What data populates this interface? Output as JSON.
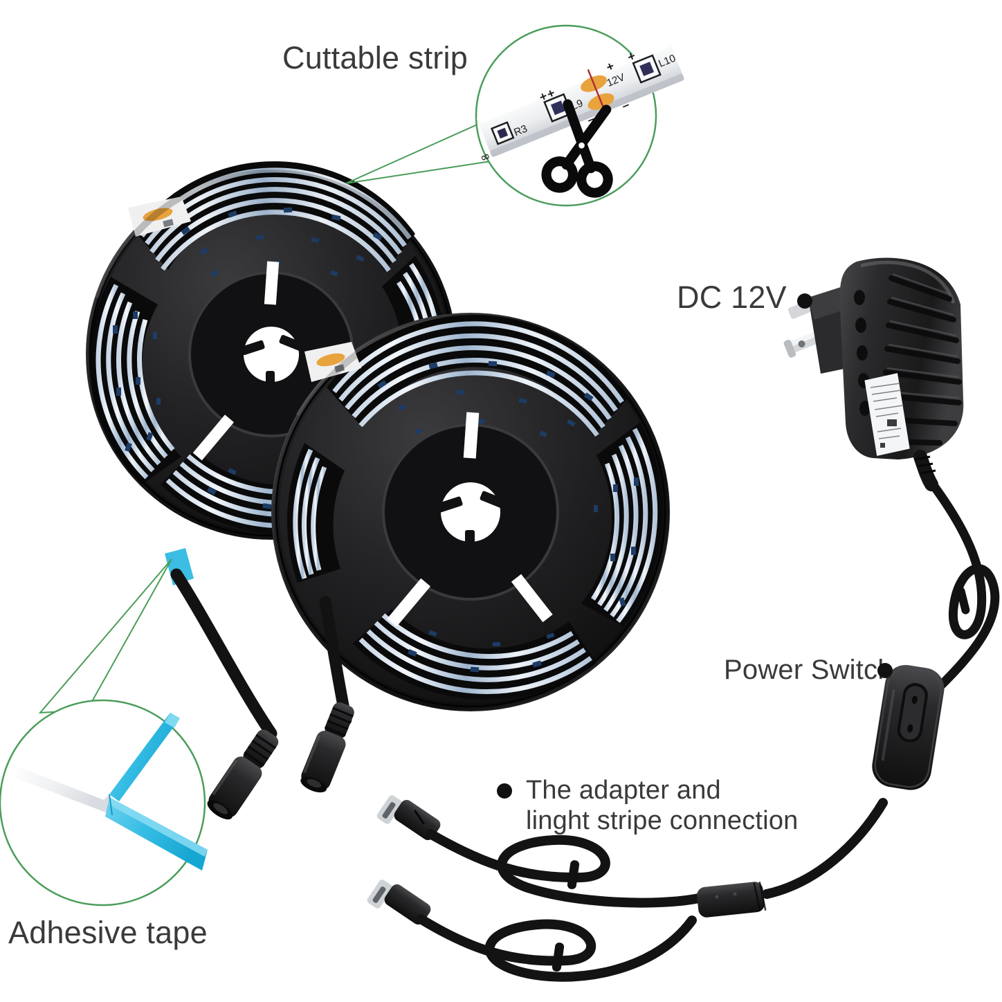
{
  "image": {
    "kind": "product-infographic",
    "subject": "12V LED light strip kit with two reels, power adapter and inline switch",
    "background_color": "#ffffff",
    "text_color": "#3a3a3a",
    "callout_color": "#4a9d5a",
    "accent_tape_color": "#3bbde4",
    "strip_pcb_color": "#f2f4f6",
    "strip_pad_color": "#e8a33d",
    "reel_color": "#1c1c1c"
  },
  "labels": {
    "cuttable_strip": "Cuttable strip",
    "dc_12v": "DC 12V",
    "power_switch": "Power Switch",
    "adapter_connection_line1": "The adapter and",
    "adapter_connection_line2": "linght stripe connection",
    "adhesive_tape": "Adhesive tape"
  },
  "strip_detail": {
    "markings": [
      "8",
      "R3",
      "L9",
      "12V",
      "L10"
    ],
    "polarity_plus": "+",
    "polarity_minus": "–",
    "cut_icon": "scissors-icon"
  },
  "components": [
    {
      "name": "led-reel-left",
      "type": "spool",
      "label": null
    },
    {
      "name": "led-reel-right",
      "type": "spool",
      "label": null
    },
    {
      "name": "power-adapter",
      "type": "wall-plug-adapter",
      "label": "DC 12V"
    },
    {
      "name": "inline-rocker-switch",
      "type": "switch",
      "label": "Power Switch"
    },
    {
      "name": "y-splitter-cable",
      "type": "cable",
      "label": "The adapter and linght stripe connection"
    },
    {
      "name": "adhesive-tape-detail",
      "type": "zoom-callout",
      "label": "Adhesive tape"
    },
    {
      "name": "cuttable-strip-detail",
      "type": "zoom-callout",
      "label": "Cuttable strip"
    }
  ]
}
